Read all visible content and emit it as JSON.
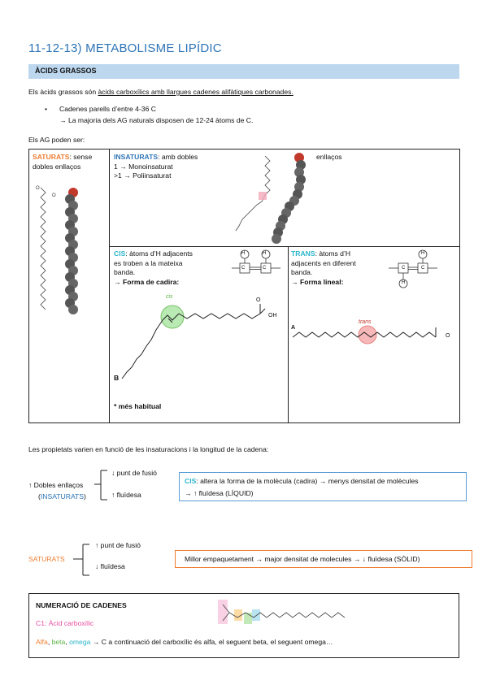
{
  "title": "11-12-13) METABOLISME LIPÍDIC",
  "section": "ÀCIDS GRASSOS",
  "intro": {
    "prefix": "Els àcids grassos són ",
    "underlined": "àcids carboxílics amb llargues cadenes alifàtiques carbonades."
  },
  "bullet": "Cadenes parells d’entre 4-36 C",
  "bullet_sub": "→ La majoria dels AG naturals disposen de 12-24 àtoms de C.",
  "types_intro": "Els AG poden ser:",
  "saturats": {
    "label": "SATURATS",
    "text1": ": sense",
    "text2": "dobles enllaços"
  },
  "insaturats": {
    "label": "INSATURATS",
    "text1": ": amb dobles",
    "text1b": "enllaços",
    "line2": "1 → Monoinsaturat",
    "line3": ">1 → Poliinsaturat"
  },
  "cis": {
    "label": "CIS",
    "text1": ":  àtoms d’H adjacents",
    "line2": "es troben a la mateixa",
    "line3": "banda.",
    "line4": "→ Forma de cadira:",
    "mark": "cis",
    "label_b": "B",
    "note": "* més habitual"
  },
  "trans": {
    "label": "TRANS",
    "text1": ": àtoms d’H",
    "line2": "adjacents en diferent",
    "line3": "banda.",
    "line4": "→ Forma lineal:",
    "mark": "trans",
    "label_a": "A"
  },
  "struct_labels": {
    "h": "H",
    "c": "C",
    "oh": "OH",
    "o": "O"
  },
  "properties_intro": "Les propietats varien en funció de les insaturacions i la longitud de la cadena:",
  "dobles": {
    "line1": "↑ Dobles enllaços",
    "paren_open": "(",
    "insat": "INSATURATS",
    "paren_close": ")",
    "effect1": "↓ punt de fusió",
    "effect2": "↑ fluïdesa",
    "box_cis": "CIS",
    "box_line1": ": altera la forma de la molècula (cadira) → menys densitat de molècules",
    "box_line2": "→ ↑ fluïdesa (LÍQUID)"
  },
  "saturats_prop": {
    "label": "SATURATS",
    "effect1": "↑  punt de fusió",
    "effect2": "↓ fluïdesa",
    "box": "Millor empaquetament → major densitat de molecules → ↓ fluïdesa (SÒLID)"
  },
  "numeracio": {
    "title": "NUMERACIÓ DE CADENES",
    "c1": "C1: Àcid carboxílic",
    "alfa": "Alfa",
    "comma1": ", ",
    "beta": "beta",
    "comma2": ", ",
    "omega": "omega",
    "rest": " → C a continuació del carboxílic és alfa, el seguent beta, el seguent omega…"
  },
  "colors": {
    "heading": "#2e74b5",
    "section_bg": "#bdd7ee",
    "saturats": "#ed7d31",
    "insaturats": "#2e74b5",
    "cis_trans": "#2ab5c9",
    "pink": "#e84ea0",
    "green": "#5bb346"
  }
}
